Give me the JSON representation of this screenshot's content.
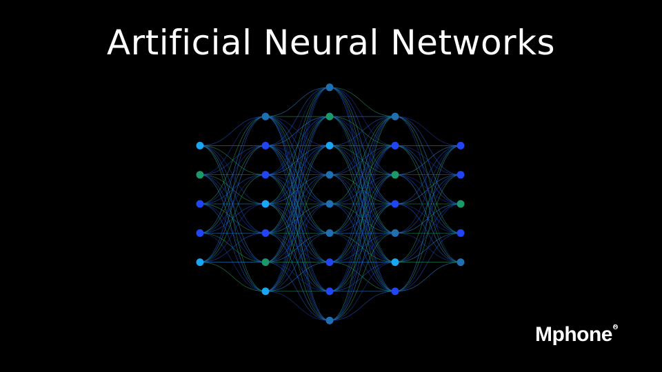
{
  "slide": {
    "title": "Artificial Neural Networks"
  },
  "logo": {
    "wordmark": "Mphone",
    "registered_mark": "R"
  },
  "network": {
    "layers": [
      [
        "#19a6f5",
        "#1a9a6a",
        "#1f45f5",
        "#1f45f5",
        "#19a6f5"
      ],
      [
        "#1f6fb3",
        "#1f45f5",
        "#1f45f5",
        "#19a6f5",
        "#1f45f5",
        "#1a9a6a",
        "#19a6f5"
      ],
      [
        "#1f6fb3",
        "#1a9a6a",
        "#19a6f5",
        "#1f6fb3",
        "#1f6fb3",
        "#1f6fb3",
        "#1f45f5",
        "#1f45f5",
        "#1f6fb3"
      ],
      [
        "#1f6fb3",
        "#1f45f5",
        "#1a9a6a",
        "#1f45f5",
        "#1f6fb3",
        "#19a6f5",
        "#1f45f5"
      ],
      [
        "#1f45f5",
        "#1f45f5",
        "#1a9a6a",
        "#1f45f5",
        "#1f6fb3"
      ]
    ],
    "edge_colors": [
      "#1a5fd6",
      "#2a8be0",
      "#21a36b",
      "#1c3fb0"
    ]
  }
}
